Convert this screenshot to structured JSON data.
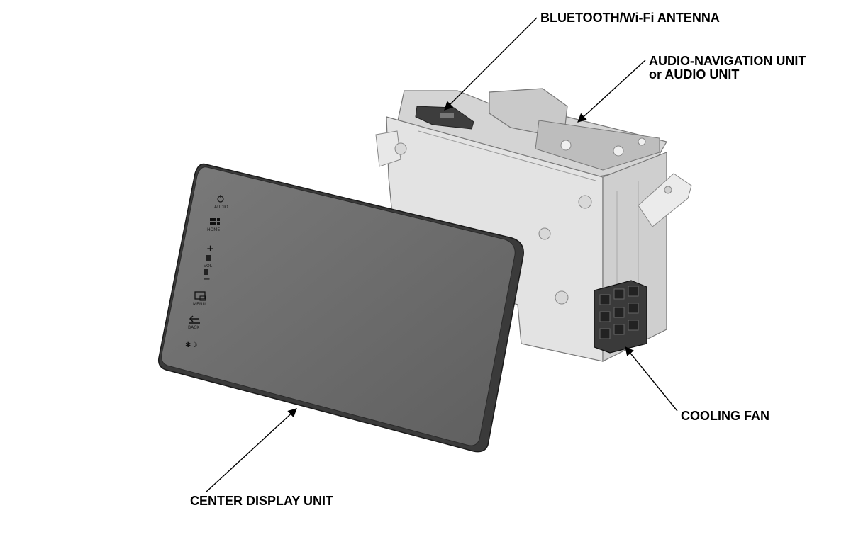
{
  "callouts": {
    "antenna": "BLUETOOTH/Wi-Fi ANTENNA",
    "audio_unit_line1": "AUDIO-NAVIGATION UNIT",
    "audio_unit_line2": "or AUDIO UNIT",
    "cooling_fan": "COOLING FAN",
    "display": "CENTER DISPLAY UNIT"
  },
  "display_buttons": {
    "audio": "AUDIO",
    "home": "HOME",
    "vol": "VOL",
    "menu": "MENU",
    "back": "BACK"
  },
  "colors": {
    "display_face": "#6b6b6b",
    "display_bezel": "#3a3a3a",
    "unit_body": "#dedede",
    "leader_line": "#000000"
  }
}
